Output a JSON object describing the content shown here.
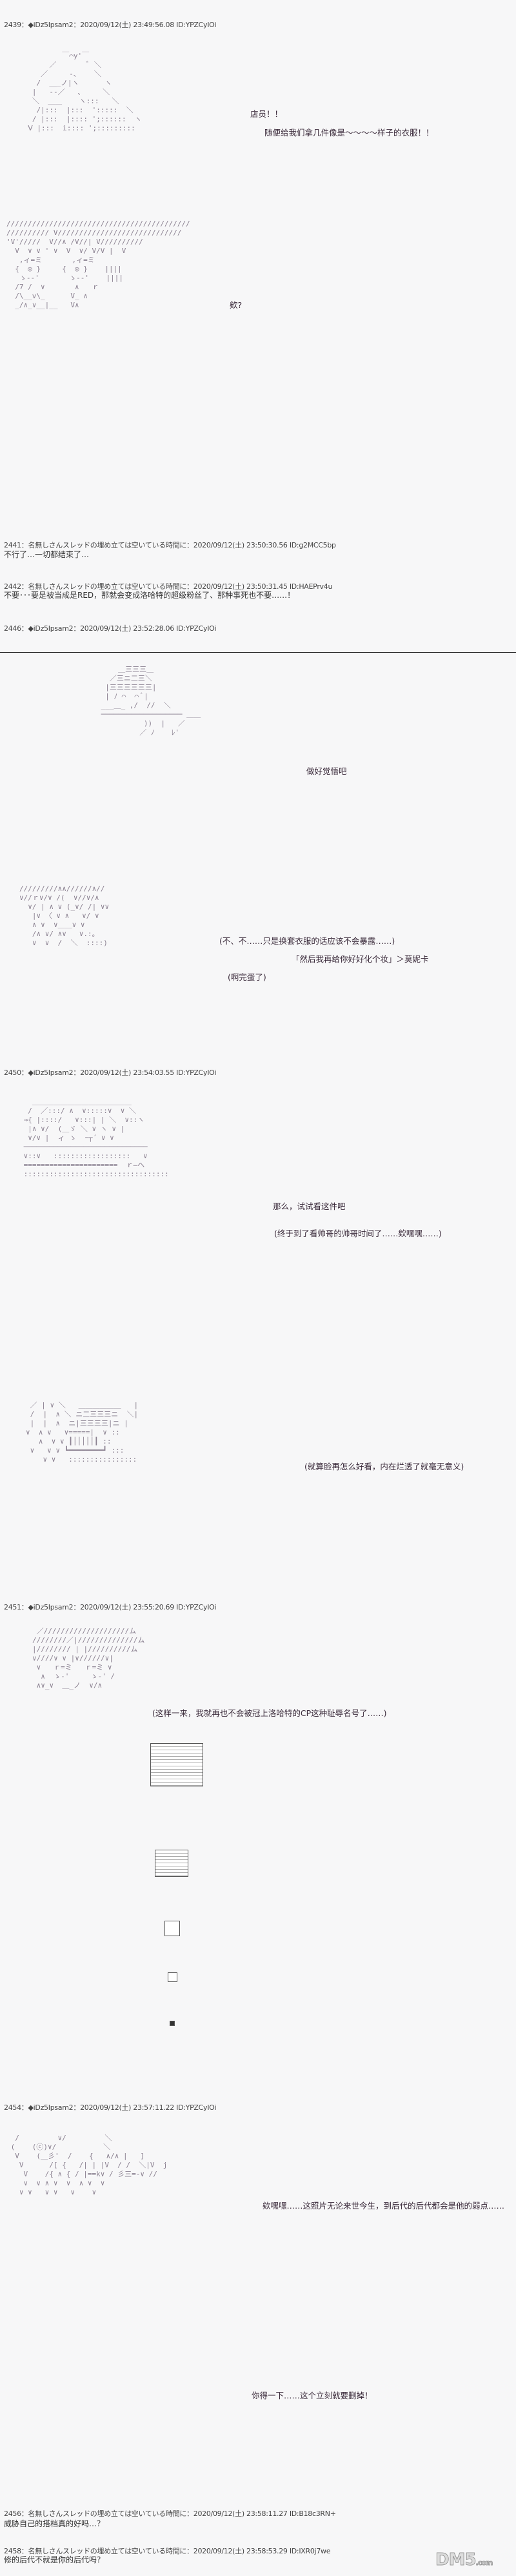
{
  "posts": [
    {
      "header": "2439：◆iDz5Ipsam2：2020/09/12(土) 23:49:56.08 ID:YPZCyIOi"
    },
    {
      "header": "2441：名無しさんスレッドの埋め立ては空いている時間に：2020/09/12(土) 23:50:30.56 ID:g2MCC5bp",
      "body": "不行了…一切都结束了…"
    },
    {
      "header": "2442：名無しさんスレッドの埋め立ては空いている時間に：2020/09/12(土) 23:50:31.45 ID:HAEPrv4u",
      "body": "不要･･･要是被当成是RED，那就会变成洛哈特的超级粉丝了、那种事死也不要……！"
    },
    {
      "header": "2446：◆iDz5Ipsam2：2020/09/12(土) 23:52:28.06 ID:YPZCyIOi"
    },
    {
      "header": "2450：◆iDz5Ipsam2：2020/09/12(土) 23:54:03.55 ID:YPZCyIOi"
    },
    {
      "header": "2451：◆iDz5Ipsam2：2020/09/12(土) 23:55:20.69 ID:YPZCyIOi"
    },
    {
      "header": "2454：◆iDz5Ipsam2：2020/09/12(土) 23:57:11.22 ID:YPZCyIOi"
    },
    {
      "header": "2456：名無しさんスレッドの埋め立ては空いている時間に：2020/09/12(土) 23:58:11.27 ID:B18c3RN+",
      "body": "威胁自己的搭档真的好吗…？"
    },
    {
      "header": "2458：名無しさんスレッドの埋め立ては空いている時間に：2020/09/12(土) 23:58:53.29 ID:IXR0j7we",
      "body": "修的后代不就是你的后代吗？"
    }
  ],
  "dialogue": {
    "d1": "店员！！",
    "d2": "随便给我们拿几件像是～～～～样子的衣服！！",
    "d3": "欸?",
    "d4": "做好觉悟吧",
    "d5": "(不、不……只是换套衣服的话应该不会暴露……)",
    "d6": "「然后我再给你好好化个妆」＞莫妮卡",
    "d7": "(啊完蛋了)",
    "d8": "那么，试试看这件吧",
    "d9": "(终于到了看帅哥的帅哥时间了……欸嘿嘿……)",
    "d10": "(就算脸再怎么好看，内在烂透了就毫无意义)",
    "d11": "(这样一来，我就再也不会被冠上洛哈特的CP这种耻辱名号了……)",
    "d12": "欸嘿嘿……这照片无论来世今生，到后代的后代都会是他的弱点……",
    "d13": "你得一下……这个立刻就要删掉！"
  },
  "art": {
    "a1": "          ￣⌒y'￣\n       ／       ﾞ ＼\n     ／     -､    ＼\n    /  ＿_ノ|ヽ      ヽ\n   |   --／   ､     ＼\n   ＼  ＿＿    ヽ:::   ＼\n    /|:::  |:::  ':::::  ＼\n   / |:::  |:::: ';::::::  ヽ\n  Ⅴ |:::  i:::: ';:::::::::",
    "a2": "///////////////////////////////////////////\n////////// V/////////////////////////////\n'V'/////  V//∧ /V//| V//////////\n  V  ∨ ∨ ' ∨  V  ∨/ V/V |  V\n   ,ィ=ミ       ,ィ=ミ\n  {  ◎ }     {  ◎ }    ||||\n   ゝ--'       ゝ--'    ||||\n  /7 /  ∨       ∧   ｒ\n  /\\__v\\_      V_ ∧\n  _/∧_∨__|__   V∧",
    "a3": "     ＿三三三＿\n   ／三ニ二三＼\n  |三三三三三三|\n  | ﾉ ⌒  ⌒ ﾞ|\n ___＿_ ,/  //  ＼\n ─────────────────── ＿＿\n           ))  |   ／\n          ／ ﾉ    ﾚ'",
    "a4": "/////////∧∧//////∧//\n∨//ｒ∨/∨ /(  ∨//∨/∧\n  ∨/ | ∧ ∨ (_∨/ /| ∨∨\n   |∨ 〈 ∨ ∧   ∨/ ∨\n   ∧ ∨  ∨＿＿∨ ∨\n   /∧ ∨/ ∧∨   ∨.:｡\n   ∨  ∨  /  ＼  ::::)",
    "a5": "   ＿＿＿＿＿＿＿＿＿＿＿＿＿＿\n  /  ／:::/ ∧  ∨:::::∨  ∨ ＼\n →{ |::::/   ∨:::| | ＼  ∨::ヽ\n  |∧ ∨/  (＿ゞ ＼ ∨ ヽ ∨ |\n  ∨/∨ |  ィ ゝ  ｰ┬´ ∨ ∨\n ─────────────────────────────\n ∨::∨   ::::::::::::::::::   ∨\n ======================  ｒ―ヘ\n ::::::::::::::::::::::::::::::::::",
    "a6": " ／ | ∨ ＼   ＿＿＿＿＿＿   |\n /  |  ∧ ＼ ニ二三三三ニ  ＼|\n |  |  ∧  ニ|三三三三|ニ |\n∨  ∧ ∨   ∨=====|  ∨ ::\n   ∧  ∨ ∨ ┃│││││┃ ::\n ∨   ∨ ∨ ┗━━━━━━━━┛ :::\n    ∨ ∨   ::::::::::::::::",
    "a7": " ／////////////////////ム\n////////／|//////////////ム\n|//////// | |//////////ム\n∨////∨ ∨ |∨//////∨|\n ∨   ｒ=ミ   ｒ=ミ ∨\n  ∧  ゝ-'     ゝ-' /\n ∧∨_∨  ＿_ノ  ∨/∧",
    "a8": "  /         ∨/         ＼\n (    (ⓒ)∨/           ＼\n  V    (＿彡'  /    {   ∧/∧ |   ]\n   V      /[ {   /| | |V  / /  ＼|V  j\n    V    /{ ∧ { / |==k∨ / 彡三=-∨ //\n    ∨  ∨ ∧ ∨  ∨  ∧ ∨  ∨\n   ∨ ∨   ∨ ∨   ∨    ∨"
  },
  "watermark": {
    "logo": "DM5",
    "suffix": ".com"
  }
}
